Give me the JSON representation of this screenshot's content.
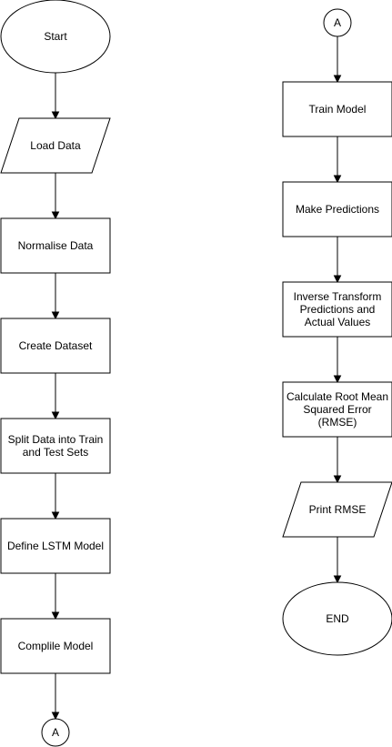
{
  "flowchart": {
    "nodes": [
      {
        "id": "start",
        "type": "ellipse",
        "lines": [
          "Start"
        ]
      },
      {
        "id": "load-data",
        "type": "parallelogram",
        "lines": [
          "Load Data"
        ]
      },
      {
        "id": "normalise-data",
        "type": "rect",
        "lines": [
          "Normalise Data"
        ]
      },
      {
        "id": "create-dataset",
        "type": "rect",
        "lines": [
          "Create Dataset"
        ]
      },
      {
        "id": "split-data",
        "type": "rect",
        "lines": [
          "Split Data into Train",
          "and Test Sets"
        ]
      },
      {
        "id": "define-lstm-model",
        "type": "rect",
        "lines": [
          "Define LSTM Model"
        ]
      },
      {
        "id": "compile-model",
        "type": "rect",
        "lines": [
          "Complile Model"
        ]
      },
      {
        "id": "connector-a-out",
        "type": "circle",
        "lines": [
          "A"
        ]
      },
      {
        "id": "connector-a-in",
        "type": "circle",
        "lines": [
          "A"
        ]
      },
      {
        "id": "train-model",
        "type": "rect",
        "lines": [
          "Train Model"
        ]
      },
      {
        "id": "make-predictions",
        "type": "rect",
        "lines": [
          "Make Predictions"
        ]
      },
      {
        "id": "inverse-transform",
        "type": "rect",
        "lines": [
          "Inverse Transform",
          "Predictions and",
          "Actual Values"
        ]
      },
      {
        "id": "calculate-rmse",
        "type": "rect",
        "lines": [
          "Calculate Root Mean",
          "Squared Error",
          "(RMSE)"
        ]
      },
      {
        "id": "print-rmse",
        "type": "parallelogram",
        "lines": [
          "Print RMSE"
        ]
      },
      {
        "id": "end",
        "type": "ellipse",
        "lines": [
          "END"
        ]
      }
    ],
    "edges": [
      [
        "start",
        "load-data"
      ],
      [
        "load-data",
        "normalise-data"
      ],
      [
        "normalise-data",
        "create-dataset"
      ],
      [
        "create-dataset",
        "split-data"
      ],
      [
        "split-data",
        "define-lstm-model"
      ],
      [
        "define-lstm-model",
        "compile-model"
      ],
      [
        "compile-model",
        "connector-a-out"
      ],
      [
        "connector-a-in",
        "train-model"
      ],
      [
        "train-model",
        "make-predictions"
      ],
      [
        "make-predictions",
        "inverse-transform"
      ],
      [
        "inverse-transform",
        "calculate-rmse"
      ],
      [
        "calculate-rmse",
        "print-rmse"
      ],
      [
        "print-rmse",
        "end"
      ]
    ]
  }
}
